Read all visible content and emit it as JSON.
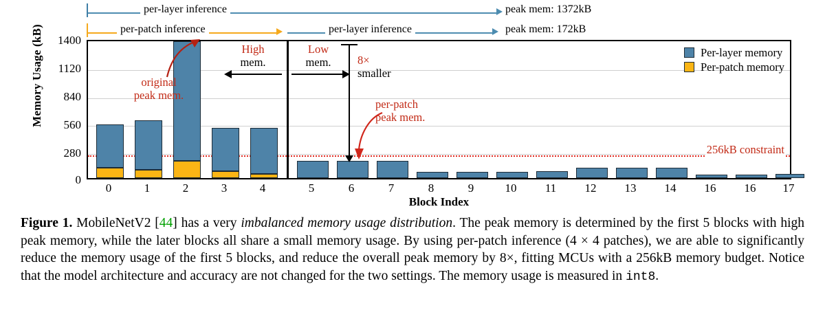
{
  "chart_data": {
    "type": "bar",
    "title": "",
    "xlabel": "Block Index",
    "ylabel": "Memory Usage (kB)",
    "ylim": [
      0,
      1400
    ],
    "yticks": [
      1400,
      1120,
      840,
      560,
      280,
      0
    ],
    "grid": true,
    "stacked": true,
    "legend_position": "top-right",
    "categories": [
      "0",
      "1",
      "2",
      "3",
      "4",
      "5",
      "6",
      "7",
      "8",
      "9",
      "10",
      "11",
      "12",
      "13",
      "14",
      "16",
      "16",
      "17"
    ],
    "series": [
      {
        "name": "Per-layer memory",
        "color": "#4e83a8",
        "values": [
          540,
          580,
          1372,
          505,
          505,
          172,
          172,
          172,
          60,
          60,
          65,
          72,
          105,
          105,
          105,
          35,
          35,
          42
        ]
      },
      {
        "name": "Per-patch memory",
        "color": "#fbb515",
        "values": [
          105,
          85,
          172,
          70,
          40,
          null,
          null,
          null,
          null,
          null,
          null,
          null,
          null,
          null,
          null,
          null,
          null,
          null
        ]
      }
    ],
    "reference_lines": [
      {
        "name": "256kB constraint",
        "value": 256,
        "color": "#e0261c",
        "style": "dotted",
        "label": "256kB constraint"
      }
    ],
    "split_after_category": "4",
    "annotations": [
      {
        "name": "original-peak-mem",
        "text_line1": "original",
        "text_line2": "peak mem.",
        "color": "#c22a16"
      },
      {
        "name": "per-patch-peak-mem",
        "text_line1": "per-patch",
        "text_line2": "peak mem.",
        "color": "#c22a16"
      },
      {
        "name": "high-mem",
        "text_line1": "High",
        "text_line2": "mem."
      },
      {
        "name": "low-mem",
        "text_line1": "Low",
        "text_line2": "mem."
      },
      {
        "name": "eight-times-smaller",
        "text_line1": "8×",
        "text_line2": "smaller"
      }
    ]
  },
  "axes": {
    "y_title": "Memory Usage (kB)",
    "x_title": "Block Index",
    "y_ticks": [
      "1400",
      "1120",
      "840",
      "560",
      "280",
      "0"
    ],
    "x_ticks": [
      "0",
      "1",
      "2",
      "3",
      "4",
      "5",
      "6",
      "7",
      "8",
      "9",
      "10",
      "11",
      "12",
      "13",
      "14",
      "16",
      "16",
      "17"
    ]
  },
  "legend": {
    "items": [
      {
        "label": "Per-layer memory",
        "color": "#4e83a8"
      },
      {
        "label": "Per-patch memory",
        "color": "#fbb515"
      }
    ]
  },
  "rails": {
    "top": {
      "label": "per-layer inference",
      "peak": "peak mem: 1372kB",
      "color": "#4d8cb0"
    },
    "bottom_left": {
      "label": "per-patch inference",
      "color": "#f5a91c"
    },
    "bottom_right": {
      "label": "per-layer inference",
      "peak": "peak mem: 172kB",
      "color": "#4d8cb0"
    }
  },
  "annotations": {
    "original_peak": {
      "line1": "original",
      "line2": "peak mem."
    },
    "per_patch_peak": {
      "line1": "per-patch",
      "line2": "peak mem."
    },
    "high_mem": {
      "line1": "High",
      "line2": "mem."
    },
    "low_mem": {
      "line1": "Low",
      "line2": "mem."
    },
    "smaller": {
      "line1": "8×",
      "line2": "smaller"
    },
    "constraint": "256kB constraint"
  },
  "caption": {
    "figure_label": "Figure 1.",
    "part1": " MobileNetV2 [",
    "citation": "44",
    "part2": "] has a very ",
    "emphasis": "imbalanced memory usage distribution",
    "part3": ". The peak memory is determined by the first 5 blocks with high peak memory, while the later blocks all share a small memory usage. By using per-patch inference (4 × 4 patches), we are able to significantly reduce the memory usage of the first 5 blocks, and reduce the overall peak memory by 8×, fitting MCUs with a 256kB memory budget. Notice that the model architecture and accuracy are not changed for the two settings. The memory usage is measured in ",
    "mono": "int8",
    "part4": "."
  }
}
